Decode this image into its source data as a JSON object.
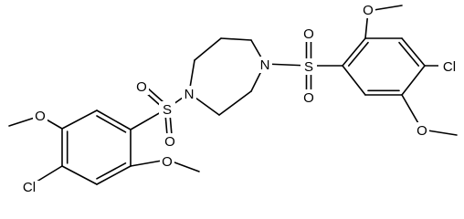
{
  "diagram": {
    "kind": "chemical-structure",
    "atoms": {
      "s_left": "S",
      "s_right": "S",
      "n_left": "N",
      "n_right": "N",
      "o_sl_top": "O",
      "o_sl_bottom": "O",
      "o_sr_top": "O",
      "o_sr_bottom": "O",
      "o_left_upper": "O",
      "o_left_lower": "O",
      "o_right_upper": "O",
      "o_right_lower": "O",
      "cl_left": "Cl",
      "cl_right": "Cl"
    }
  }
}
